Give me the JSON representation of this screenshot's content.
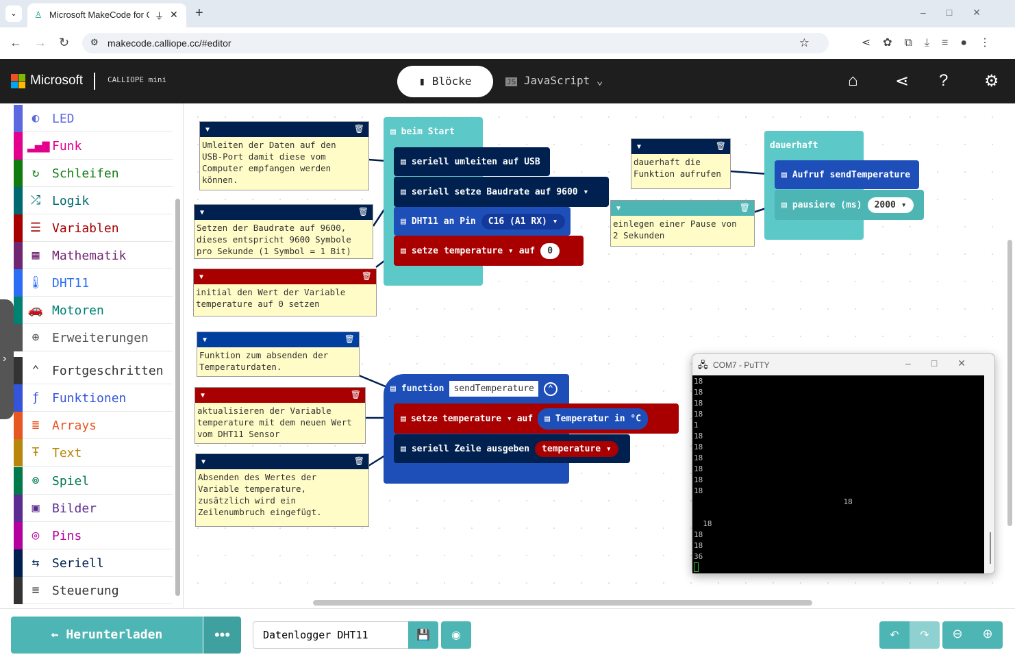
{
  "browser": {
    "tab_title": "Microsoft MakeCode for Calliope mini",
    "url": "makecode.calliope.cc/#editor"
  },
  "header": {
    "brand": "Microsoft",
    "product": "CALLIOPE mini",
    "blocks_label": "Blöcke",
    "js_label": "JavaScript"
  },
  "toolbox": [
    {
      "label": "LED",
      "icon": "◐",
      "color": "#5c68e0"
    },
    {
      "label": "Funk",
      "icon": "▂▄▆",
      "color": "#e3008c"
    },
    {
      "label": "Schleifen",
      "icon": "↻",
      "color": "#107c10"
    },
    {
      "label": "Logik",
      "icon": "⤮",
      "color": "#006970"
    },
    {
      "label": "Variablen",
      "icon": "☰",
      "color": "#a80000"
    },
    {
      "label": "Mathematik",
      "icon": "▦",
      "color": "#712672"
    },
    {
      "label": "DHT11",
      "icon": "🌡",
      "color": "#2b6ef5"
    },
    {
      "label": "Motoren",
      "icon": "🚗",
      "color": "#008272"
    },
    {
      "label": "Erweiterungen",
      "icon": "⊕",
      "color": "#555555"
    },
    {
      "label": "Fortgeschritten",
      "icon": "⌃",
      "color": "#333333"
    },
    {
      "label": "Funktionen",
      "icon": "ƒ",
      "color": "#3455db"
    },
    {
      "label": "Arrays",
      "icon": "≣",
      "color": "#e65722"
    },
    {
      "label": "Text",
      "icon": "Ŧ",
      "color": "#b8860b"
    },
    {
      "label": "Spiel",
      "icon": "⊚",
      "color": "#007a4b"
    },
    {
      "label": "Bilder",
      "icon": "▣",
      "color": "#5c2d91"
    },
    {
      "label": "Pins",
      "icon": "◎",
      "color": "#b4009e"
    },
    {
      "label": "Seriell",
      "icon": "⇆",
      "color": "#002050"
    },
    {
      "label": "Steuerung",
      "icon": "≡",
      "color": "#333333"
    }
  ],
  "comments": [
    "Umleiten der Daten auf den\nUSB-Port damit diese vom\nComputer empfangen werden\nkönnen.",
    "Setzen der Baudrate auf 9600,\ndieses entspricht 9600 Symbole\npro Sekunde (1 Symbol = 1 Bit)",
    "initial den Wert der Variable\ntemperature auf 0 setzen",
    "dauerhaft die\nFunktion aufrufen",
    "einlegen einer Pause von\n2 Sekunden",
    "Funktion zum absenden der\nTemperaturdaten.",
    "aktualisieren der Variable\ntemperature mit dem neuen Wert\nvom DHT11 Sensor",
    "Absenden des Wertes der\nVariable temperature,\nzusätzlich wird ein\nZeilenumbruch eingefügt."
  ],
  "blocks": {
    "on_start": "beim Start",
    "redirect": "seriell umleiten auf USB",
    "baud": "seriell setze Baudrate auf",
    "baud_val": "9600",
    "dht": "DHT11 an Pin",
    "dht_pin": "C16 (A1 RX)",
    "set": "setze",
    "var": "temperature",
    "to": "auf",
    "zero": "0",
    "forever": "dauerhaft",
    "call": "Aufruf sendTemperature",
    "pause": "pausiere (ms)",
    "pause_val": "2000",
    "function": "function",
    "fname": "sendTemperature",
    "temp_reading": "Temperatur in °C",
    "writeline": "seriell Zeile ausgeben"
  },
  "putty": {
    "title": "COM7 - PuTTY",
    "output": "18\n18\n18\n18\n1\n18\n18\n18\n18\n18\n18\n                                 18\n\n  18\n18\n18\n36"
  },
  "bottom": {
    "download": "Herunterladen",
    "project_name": "Datenlogger DHT11"
  }
}
